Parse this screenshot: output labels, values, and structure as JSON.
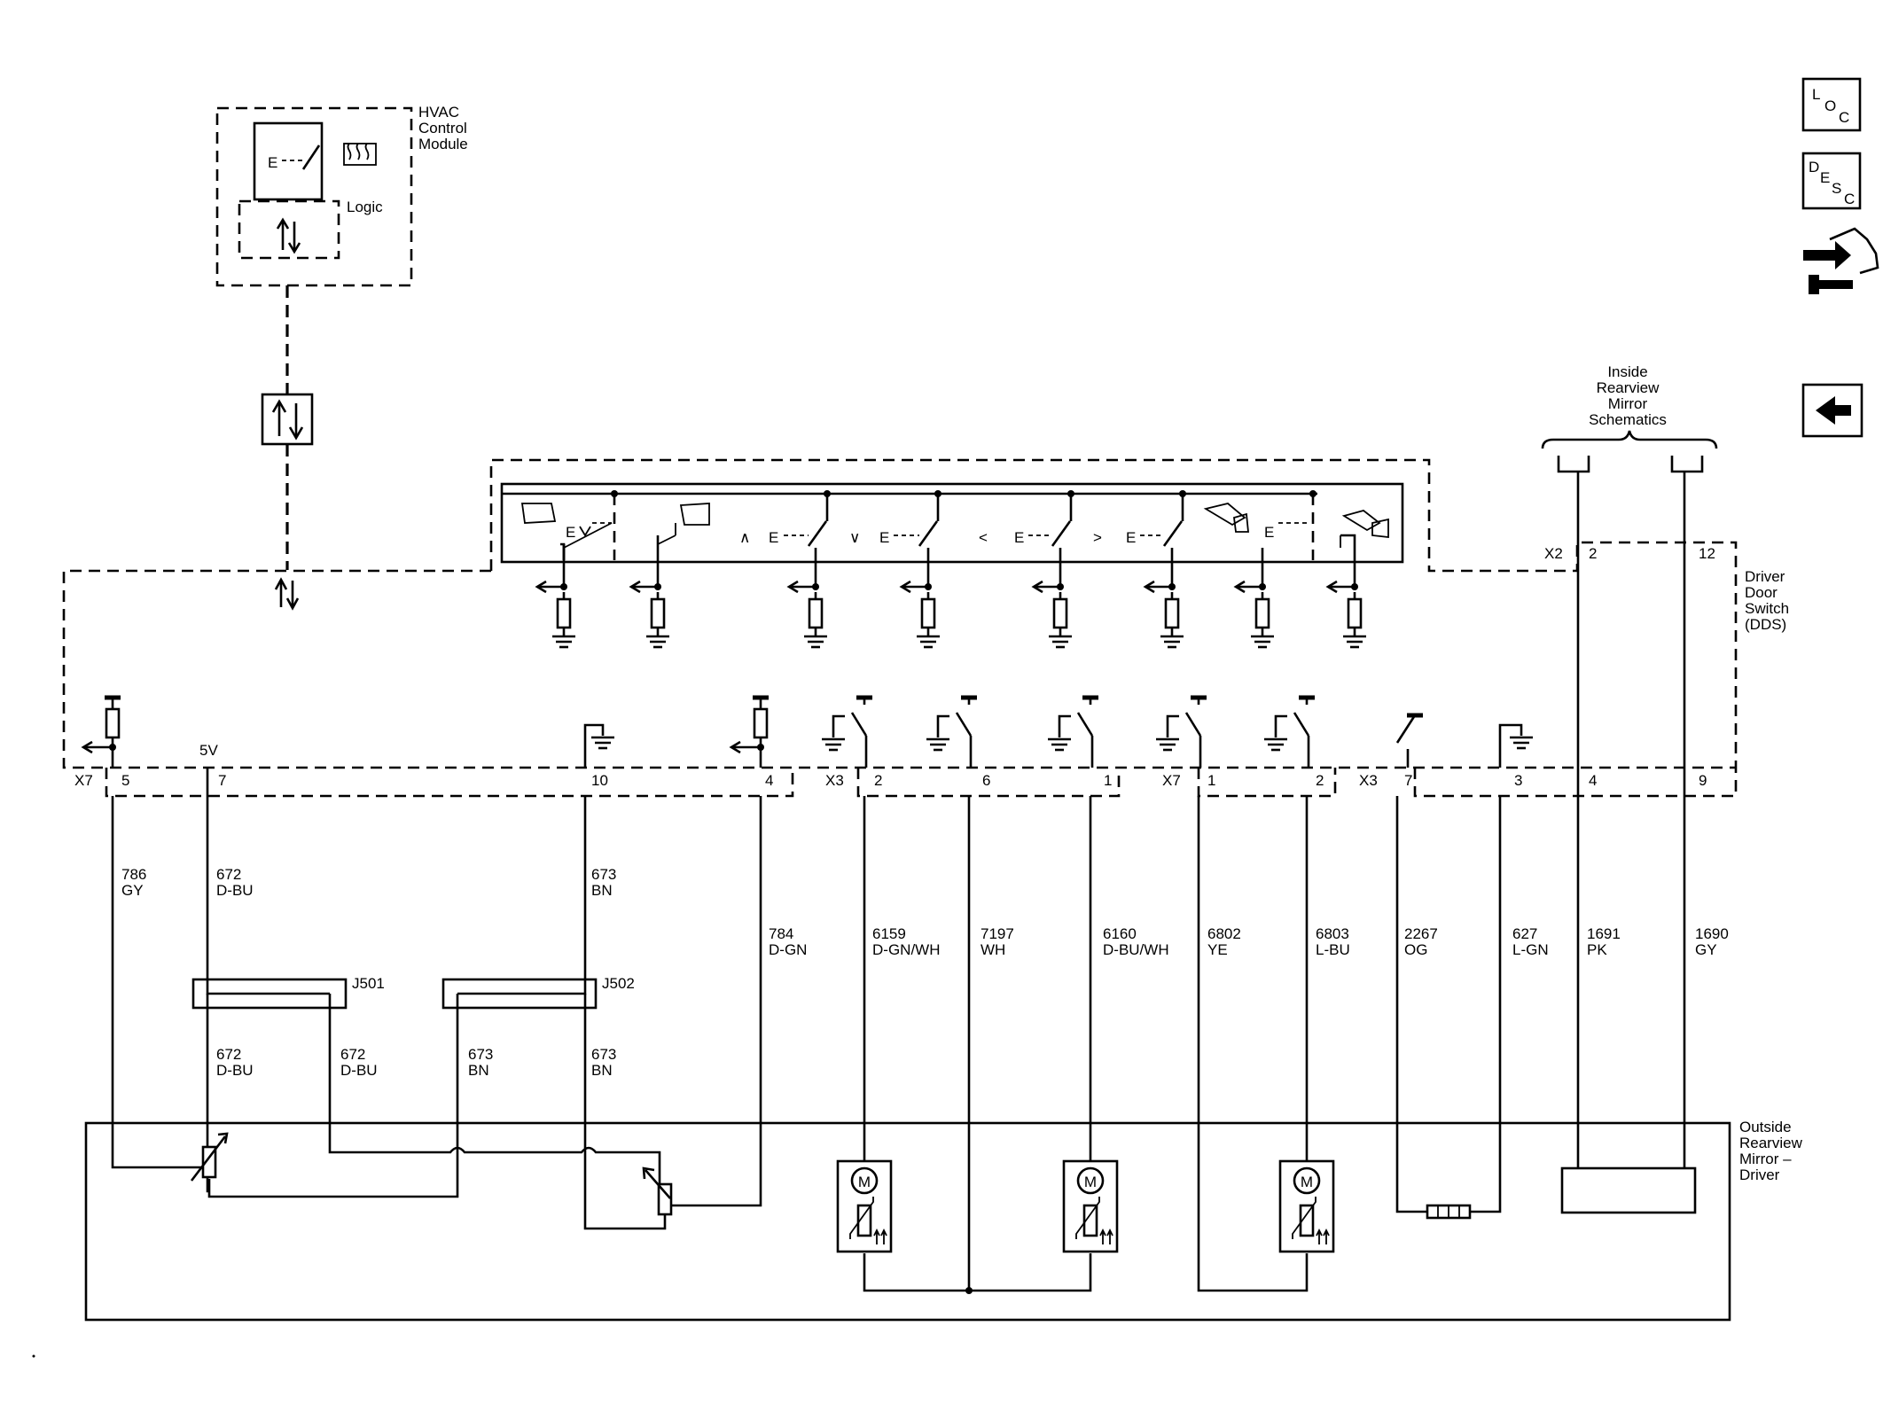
{
  "modules": {
    "hvac": [
      "HVAC",
      "Control",
      "Module"
    ],
    "logic": "Logic",
    "dds": [
      "Driver",
      "Door",
      "Switch",
      "(DDS)"
    ],
    "mirror_out": [
      "Outside",
      "Rearview",
      "Mirror –",
      "Driver"
    ],
    "inside_mirror": [
      "Inside",
      "Rearview",
      "Mirror",
      "Schematics"
    ]
  },
  "connectors": {
    "x7": "X7",
    "x3": "X3",
    "x2": "X2"
  },
  "supply_5v": "5V",
  "pins": [
    "5",
    "7",
    "10",
    "4",
    "2",
    "6",
    "1",
    "1",
    "2",
    "7",
    "3",
    "4",
    "9",
    "2",
    "12"
  ],
  "switch_letter": "E",
  "arrow_glyphs": [
    "∧",
    "∨",
    "<",
    ">"
  ],
  "motor_label": "M",
  "splices": [
    "J501",
    "J502"
  ],
  "wires": [
    {
      "num": "786",
      "color": "GY"
    },
    {
      "num": "672",
      "color": "D-BU"
    },
    {
      "num": "673",
      "color": "BN"
    },
    {
      "num": "784",
      "color": "D-GN"
    },
    {
      "num": "6159",
      "color": "D-GN/WH"
    },
    {
      "num": "7197",
      "color": "WH"
    },
    {
      "num": "6160",
      "color": "D-BU/WH"
    },
    {
      "num": "6802",
      "color": "YE"
    },
    {
      "num": "6803",
      "color": "L-BU"
    },
    {
      "num": "2267",
      "color": "OG"
    },
    {
      "num": "627",
      "color": "L-GN"
    },
    {
      "num": "1691",
      "color": "PK"
    },
    {
      "num": "1690",
      "color": "GY"
    },
    {
      "num": "672",
      "color": "D-BU"
    },
    {
      "num": "672",
      "color": "D-BU"
    },
    {
      "num": "673",
      "color": "BN"
    },
    {
      "num": "673",
      "color": "BN"
    }
  ],
  "nav_icons": {
    "loc": [
      "L",
      "O",
      "C"
    ],
    "desc": [
      "D",
      "E",
      "S",
      "C"
    ]
  }
}
